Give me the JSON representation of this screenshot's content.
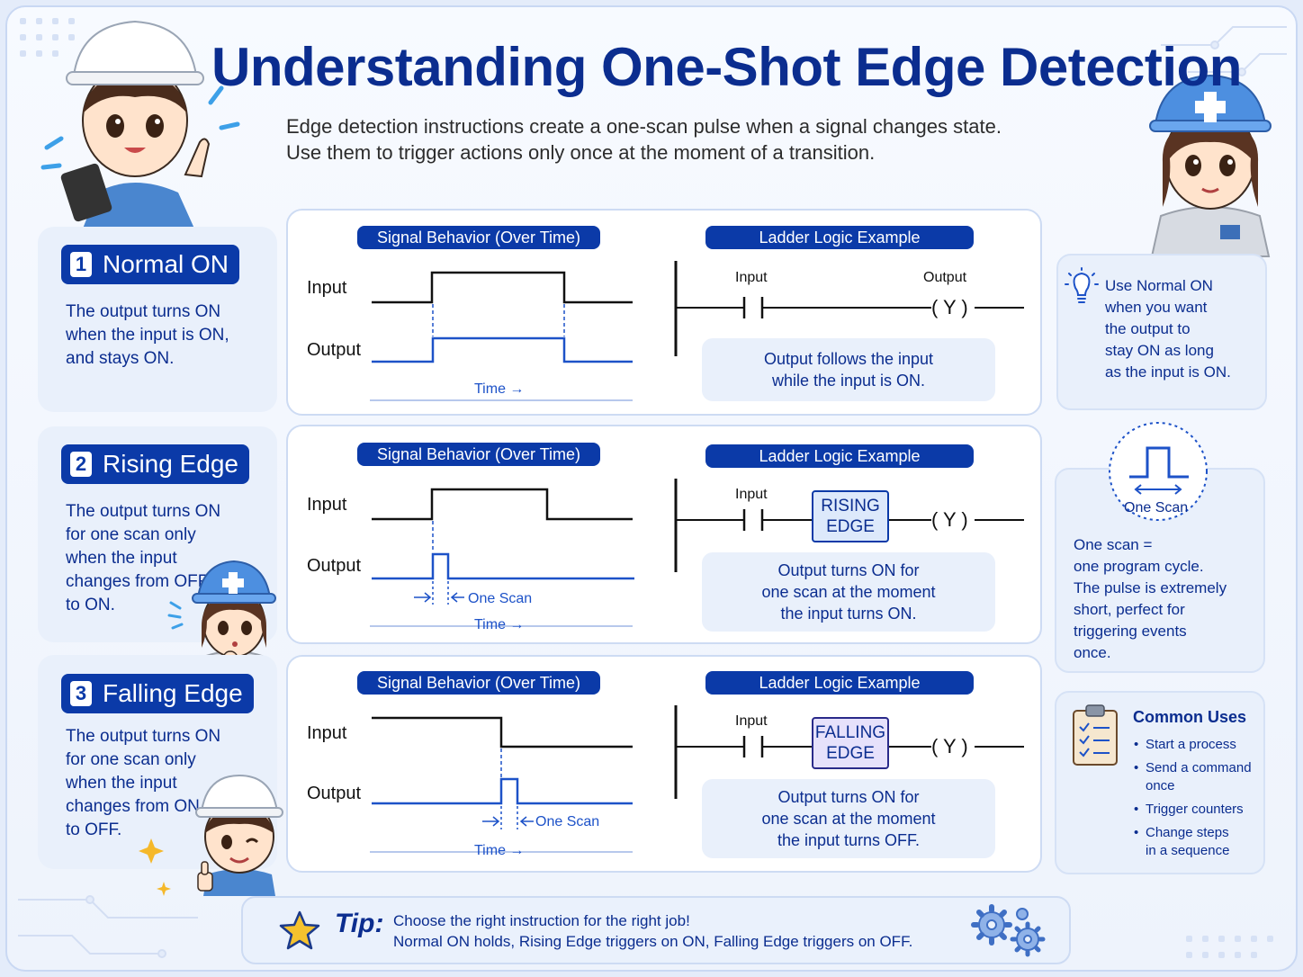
{
  "title": "Understanding One-Shot Edge Detection",
  "subtitle_lines": [
    "Edge detection instructions create a one-scan pulse when a signal changes state.",
    "Use them to trigger actions only once at the moment of a transition."
  ],
  "sections": [
    {
      "number": "1",
      "name": "Normal ON",
      "description_lines": [
        "The output turns ON",
        "when the input is ON,",
        "and stays ON."
      ],
      "signal_header": "Signal Behavior (Over Time)",
      "ladder_header": "Ladder Logic Example",
      "input_label": "Input",
      "output_label": "Output",
      "time_label": "Time →",
      "contact_label": "Input",
      "coil_label": "Output",
      "coil": "( Y )",
      "explanation_lines": [
        "Output follows the input",
        "while the input is ON."
      ]
    },
    {
      "number": "2",
      "name": "Rising Edge",
      "description_lines": [
        "The output turns ON",
        "for one scan only",
        "when the input",
        "changes from OFF",
        "to ON."
      ],
      "signal_header": "Signal Behavior (Over Time)",
      "ladder_header": "Ladder Logic Example",
      "input_label": "Input",
      "output_label": "Output",
      "one_scan_label": "One Scan",
      "time_label": "Time →",
      "contact_label": "Input",
      "edge_box_lines": [
        "RISING",
        "EDGE"
      ],
      "coil": "( Y )",
      "explanation_lines": [
        "Output turns ON for",
        "one scan at the moment",
        "the input turns ON."
      ]
    },
    {
      "number": "3",
      "name": "Falling Edge",
      "description_lines": [
        "The output turns ON",
        "for one scan only",
        "when the input",
        "changes from ON",
        "to OFF."
      ],
      "signal_header": "Signal Behavior (Over Time)",
      "ladder_header": "Ladder Logic Example",
      "input_label": "Input",
      "output_label": "Output",
      "one_scan_label": "One Scan",
      "time_label": "Time →",
      "contact_label": "Input",
      "edge_box_lines": [
        "FALLING",
        "EDGE"
      ],
      "coil": "( Y )",
      "explanation_lines": [
        "Output turns ON for",
        "one scan at the moment",
        "the input turns OFF."
      ]
    }
  ],
  "side_notes": {
    "normal_on_tip_lines": [
      "Use Normal ON",
      "when you want",
      "the output to",
      "stay ON as long",
      "as the input is ON."
    ],
    "one_scan": {
      "icon_label": "One Scan",
      "lines": [
        "One scan =",
        "one program cycle.",
        "The pulse is extremely",
        "short, perfect for",
        "triggering events",
        "once."
      ]
    },
    "common_uses": {
      "title": "Common Uses",
      "items": [
        "Start a process",
        "Send a command once",
        "Trigger counters",
        "Change steps in a sequence"
      ]
    }
  },
  "tip": {
    "label": "Tip:",
    "lines": [
      "Choose the right instruction for the right job!",
      "Normal ON holds, Rising Edge triggers on ON, Falling Edge triggers on OFF."
    ]
  },
  "colors": {
    "navy": "#0b2d8f",
    "accent_blue": "#0b3aa8",
    "signal_blue": "#1d52c8",
    "falling_edge_fill": "#e6e1fb"
  }
}
